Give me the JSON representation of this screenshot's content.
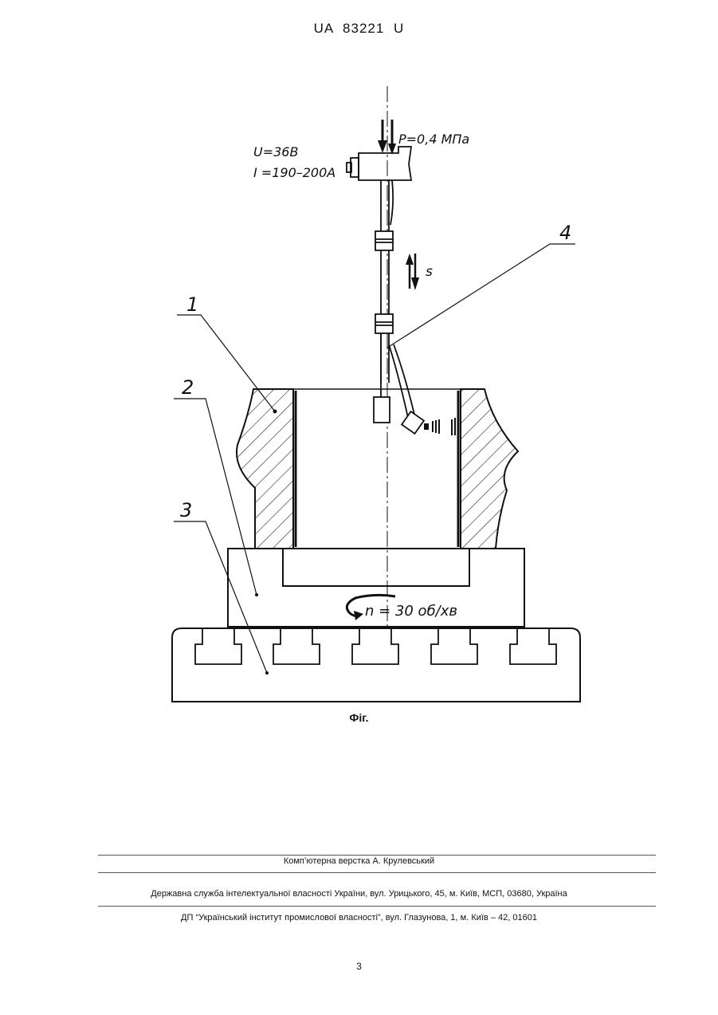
{
  "header": {
    "patent_number": "UA   83221   U"
  },
  "figure": {
    "caption": "Фіг.",
    "annotations": {
      "voltage": "U=36B",
      "current": "I =190–200A",
      "pressure": "P=0,4 MПа",
      "feed": "s",
      "rotation": "n = 30 об/хв"
    },
    "part_numbers": [
      "1",
      "2",
      "3",
      "4"
    ]
  },
  "footer": {
    "layout_credit": "Комп’ютерна верстка А. Крулевський",
    "agency": "Державна служба інтелектуальної власності України, вул. Урицького, 45, м. Київ, МСП, 03680, Україна",
    "institute": "ДП “Український інститут промислової власності”, вул. Глазунова, 1, м. Київ – 42, 01601"
  },
  "page": {
    "number": "3"
  }
}
